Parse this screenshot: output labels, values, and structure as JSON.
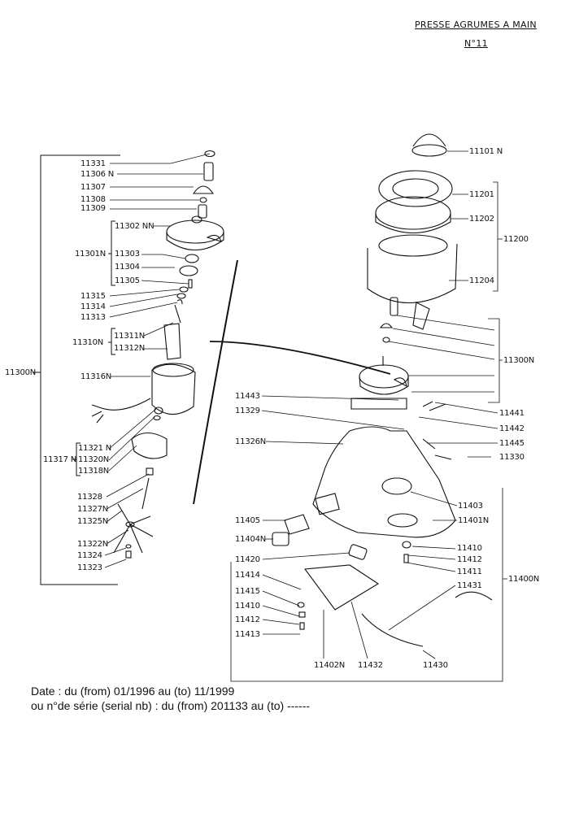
{
  "header": {
    "title": "PRESSE AGRUMES A MAIN",
    "number": "N°11"
  },
  "motor_group": {
    "group_label": "11300N",
    "labels": [
      "11331",
      "11306 N",
      "11307",
      "11308",
      "11309",
      "11302 NN",
      "11301N",
      "11303",
      "11304",
      "11305",
      "11315",
      "11314",
      "11313",
      "11311N",
      "11310N",
      "11312N",
      "11316N",
      "11321 N",
      "11317 N",
      "11320N",
      "11318N",
      "11328",
      "11327N",
      "11325N",
      "11322N",
      "11324",
      "11323"
    ]
  },
  "top_group": {
    "labels": [
      "11101 N",
      "11201",
      "11202",
      "11200",
      "11204",
      "11300N"
    ]
  },
  "base_group": {
    "labels": [
      "11443",
      "11329",
      "11326N",
      "11441",
      "11442",
      "11445",
      "11330",
      "11403",
      "11401N",
      "11405",
      "11404N",
      "11420",
      "11410",
      "11412",
      "11411",
      "11414",
      "11415",
      "11410",
      "11412",
      "11413",
      "11431",
      "11400N",
      "11402N",
      "11432",
      "11430"
    ]
  },
  "footer": {
    "date_line": "Date : du (from) 01/1996 au (to) 11/1999",
    "serial_line": "ou n°de série (serial nb) : du (from) 201133 au (to) ------"
  }
}
